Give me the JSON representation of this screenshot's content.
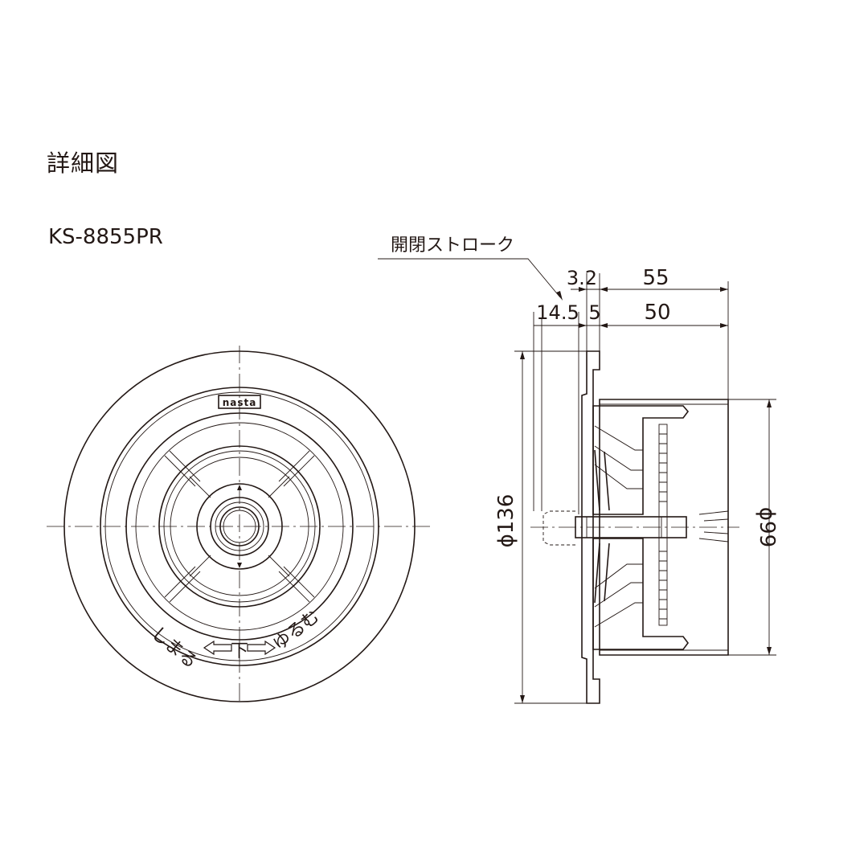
{
  "page": {
    "title": "詳細図",
    "model": "KS-8855PR"
  },
  "front_view": {
    "logo_text": "nasta",
    "dial_left_text": "しまる",
    "dial_center_text": "下",
    "dial_right_text": "ゆるむ"
  },
  "side_view": {
    "stroke_label": "開閉ストローク",
    "dimensions": {
      "d_3_2": "3.2",
      "d_55": "55",
      "d_14_5": "14.5",
      "d_5": "5",
      "d_50": "50",
      "dia_136": "ϕ136",
      "dia_99": "ϕ99"
    }
  },
  "colors": {
    "line": "#231815",
    "fill": "#efefef",
    "background": "#ffffff"
  }
}
